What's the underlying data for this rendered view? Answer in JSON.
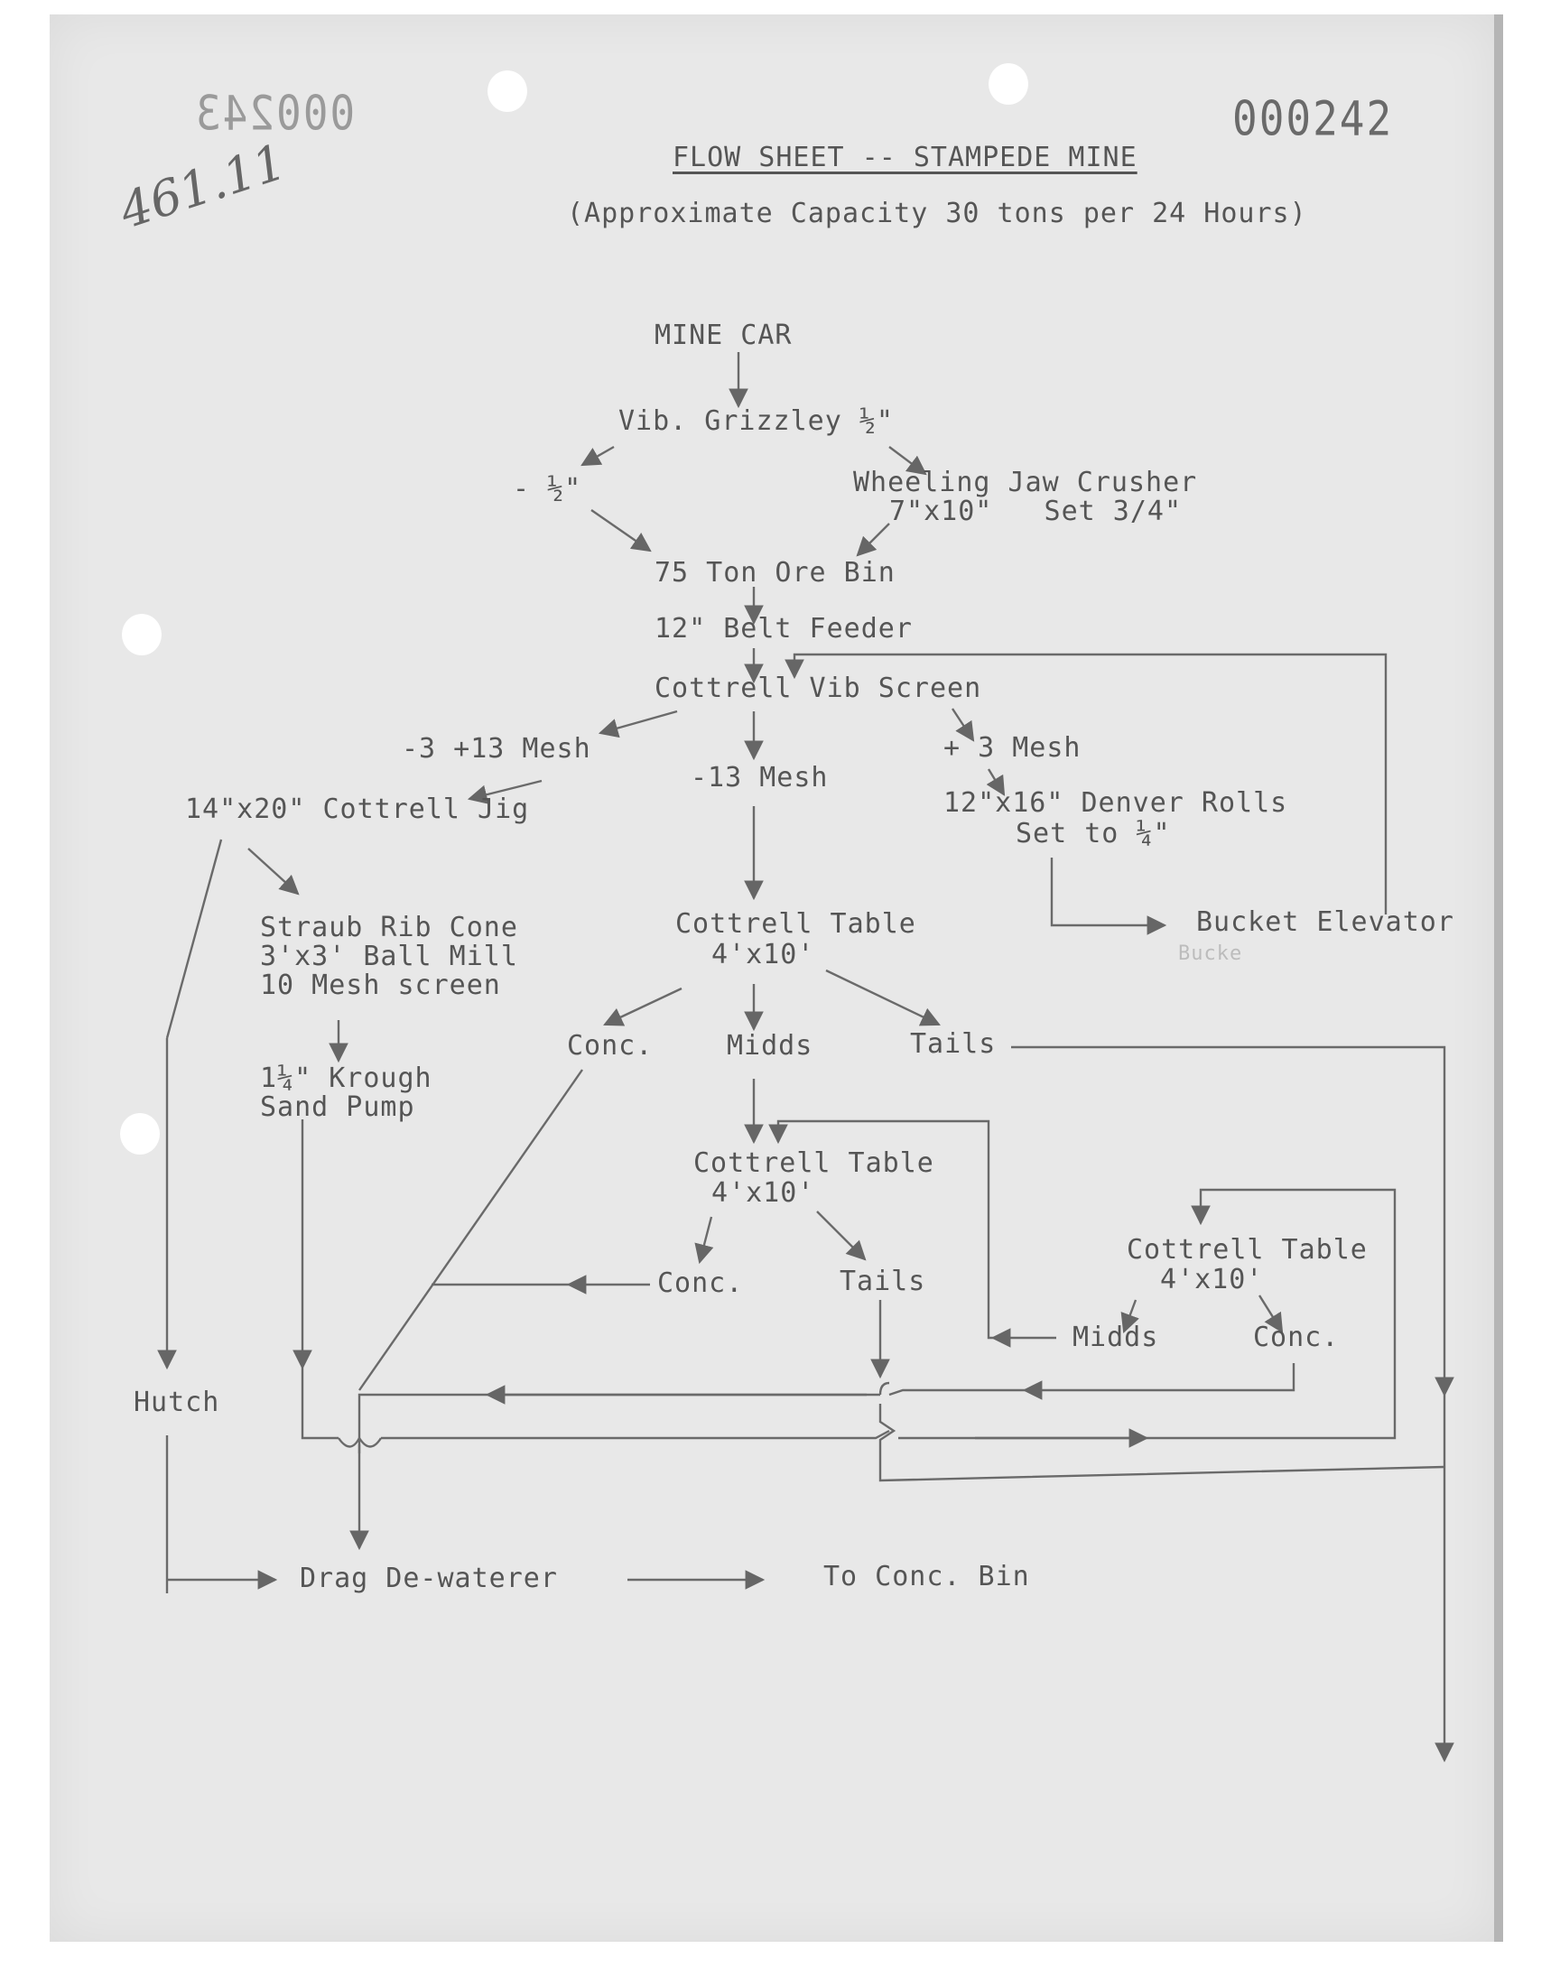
{
  "document": {
    "stamp_right": "000242",
    "stamp_left_mirrored": "000243",
    "handwritten_number": "461.11",
    "title": "FLOW SHEET -- STAMPEDE MINE",
    "subtitle": "(Approximate Capacity 30 tons per 24 Hours)"
  },
  "nodes": {
    "mine_car": "MINE CAR",
    "grizzley": "Vib. Grizzley ½\"",
    "minus_half": "- ½\"",
    "jaw_crusher_1": "Wheeling Jaw Crusher",
    "jaw_crusher_2": "7\"x10\"   Set 3/4\"",
    "ore_bin": "75 Ton Ore Bin",
    "belt_feeder": "12\" Belt Feeder",
    "vib_screen": "Cottrell Vib Screen",
    "mesh_3_13": "-3 +13 Mesh",
    "mesh_minus_13": "-13 Mesh",
    "mesh_plus_3": "+ 3 Mesh",
    "jig": "14\"x20\" Cottrell Jig",
    "rolls_1": "12\"x16\" Denver Rolls",
    "rolls_2": "Set to ¼\"",
    "bucket_elevator": "Bucket Elevator",
    "bucket_elevator_ghost": "Bucke",
    "ball_mill_1": "Straub Rib Cone",
    "ball_mill_2": "3'x3' Ball Mill",
    "ball_mill_3": "10 Mesh screen",
    "table1_1": "Cottrell Table",
    "table1_2": "4'x10'",
    "t1_conc": "Conc.",
    "t1_midds": "Midds",
    "t1_tails": "Tails",
    "pump_1": "1¼\" Krough",
    "pump_2": "Sand Pump",
    "table2_1": "Cottrell Table",
    "table2_2": "4'x10'",
    "t2_conc": "Conc.",
    "t2_tails": "Tails",
    "table3_1": "Cottrell Table",
    "table3_2": "4'x10'",
    "t3_midds": "Midds",
    "t3_conc": "Conc.",
    "hutch": "Hutch",
    "dewaterer": "Drag De-waterer",
    "conc_bin": "To Conc. Bin"
  }
}
